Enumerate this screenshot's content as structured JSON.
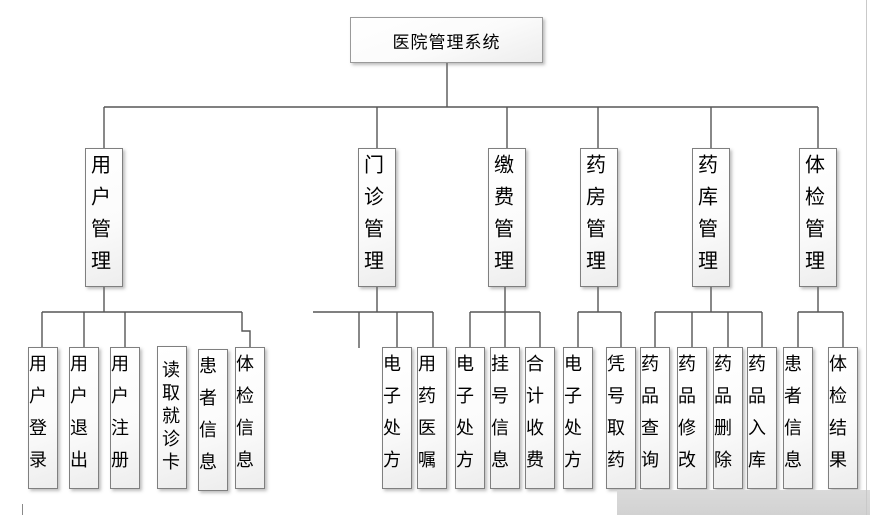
{
  "root": {
    "label": "医院管理系统"
  },
  "branches": [
    {
      "label": "用户管理",
      "children": [
        "用户登录",
        "用户退出",
        "用户注册",
        "读取就诊卡",
        "患者信息",
        "体检信息"
      ]
    },
    {
      "label": "门诊管理",
      "children": [
        "电子处方",
        "用药医嘱"
      ]
    },
    {
      "label": "缴费管理",
      "children": [
        "电子处方",
        "挂号信息",
        "合计收费"
      ]
    },
    {
      "label": "药房管理",
      "children": [
        "电子处方",
        "凭号取药"
      ]
    },
    {
      "label": "药库管理",
      "children": [
        "药品查询",
        "药品修改",
        "药品删除",
        "药品入库"
      ]
    },
    {
      "label": "体检管理",
      "children": [
        "患者信息",
        "体检结果"
      ]
    }
  ],
  "colors": {
    "connector": "#565656",
    "box_border": "#7f7f7f",
    "box_fill_top": "#ffffff",
    "box_fill_bottom": "#ededed",
    "page_gray": "#d4d4d4",
    "text": "#000000"
  }
}
